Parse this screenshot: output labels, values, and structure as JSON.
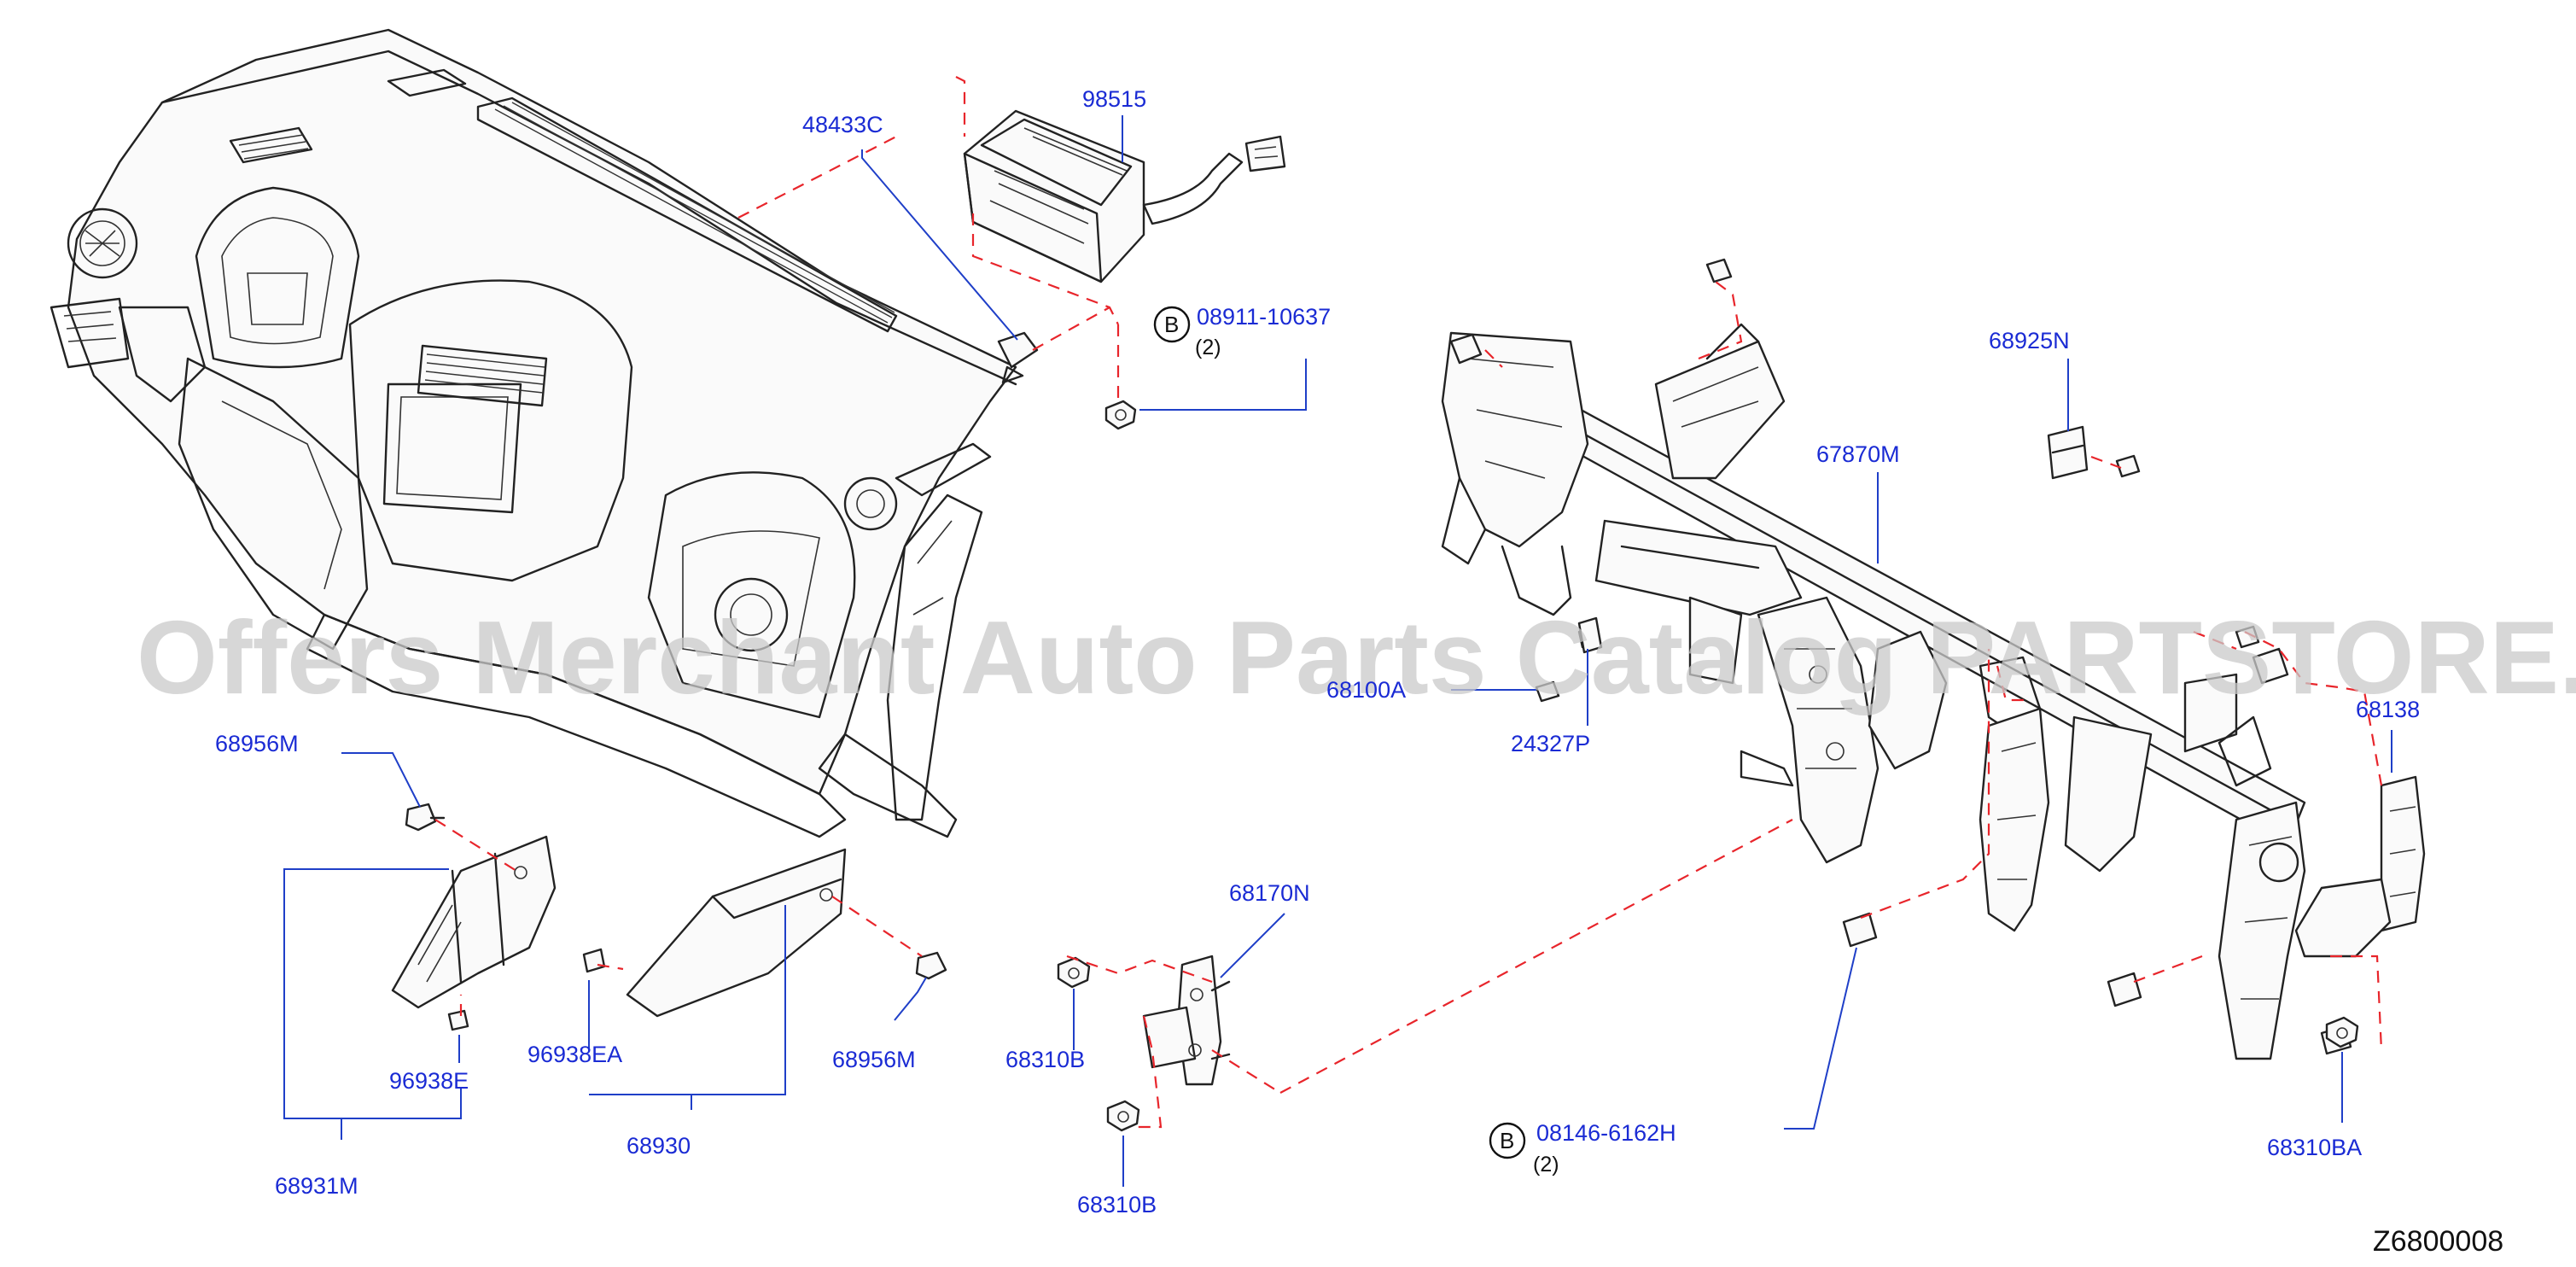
{
  "watermark": "Offers Merchant Auto Parts Catalog PARTSTORE.SA",
  "diagram_code": "Z6800008",
  "labels": {
    "p48433C": "48433C",
    "p98515": "98515",
    "p08911": "08911-10637",
    "p08911_qty": "(2)",
    "p68925N": "68925N",
    "p67870M": "67870M",
    "p68100A": "68100A",
    "p24327P": "24327P",
    "p68138": "68138",
    "p68956M_a": "68956M",
    "p68931M": "68931M",
    "p96938E": "96938E",
    "p96938EA": "96938EA",
    "p68930": "68930",
    "p68956M_b": "68956M",
    "p68170N": "68170N",
    "p68310B_a": "68310B",
    "p68310B_b": "68310B",
    "p08146": "08146-6162H",
    "p08146_qty": "(2)",
    "p68310BA": "68310BA",
    "badge_b1": "B",
    "badge_b2": "B"
  }
}
